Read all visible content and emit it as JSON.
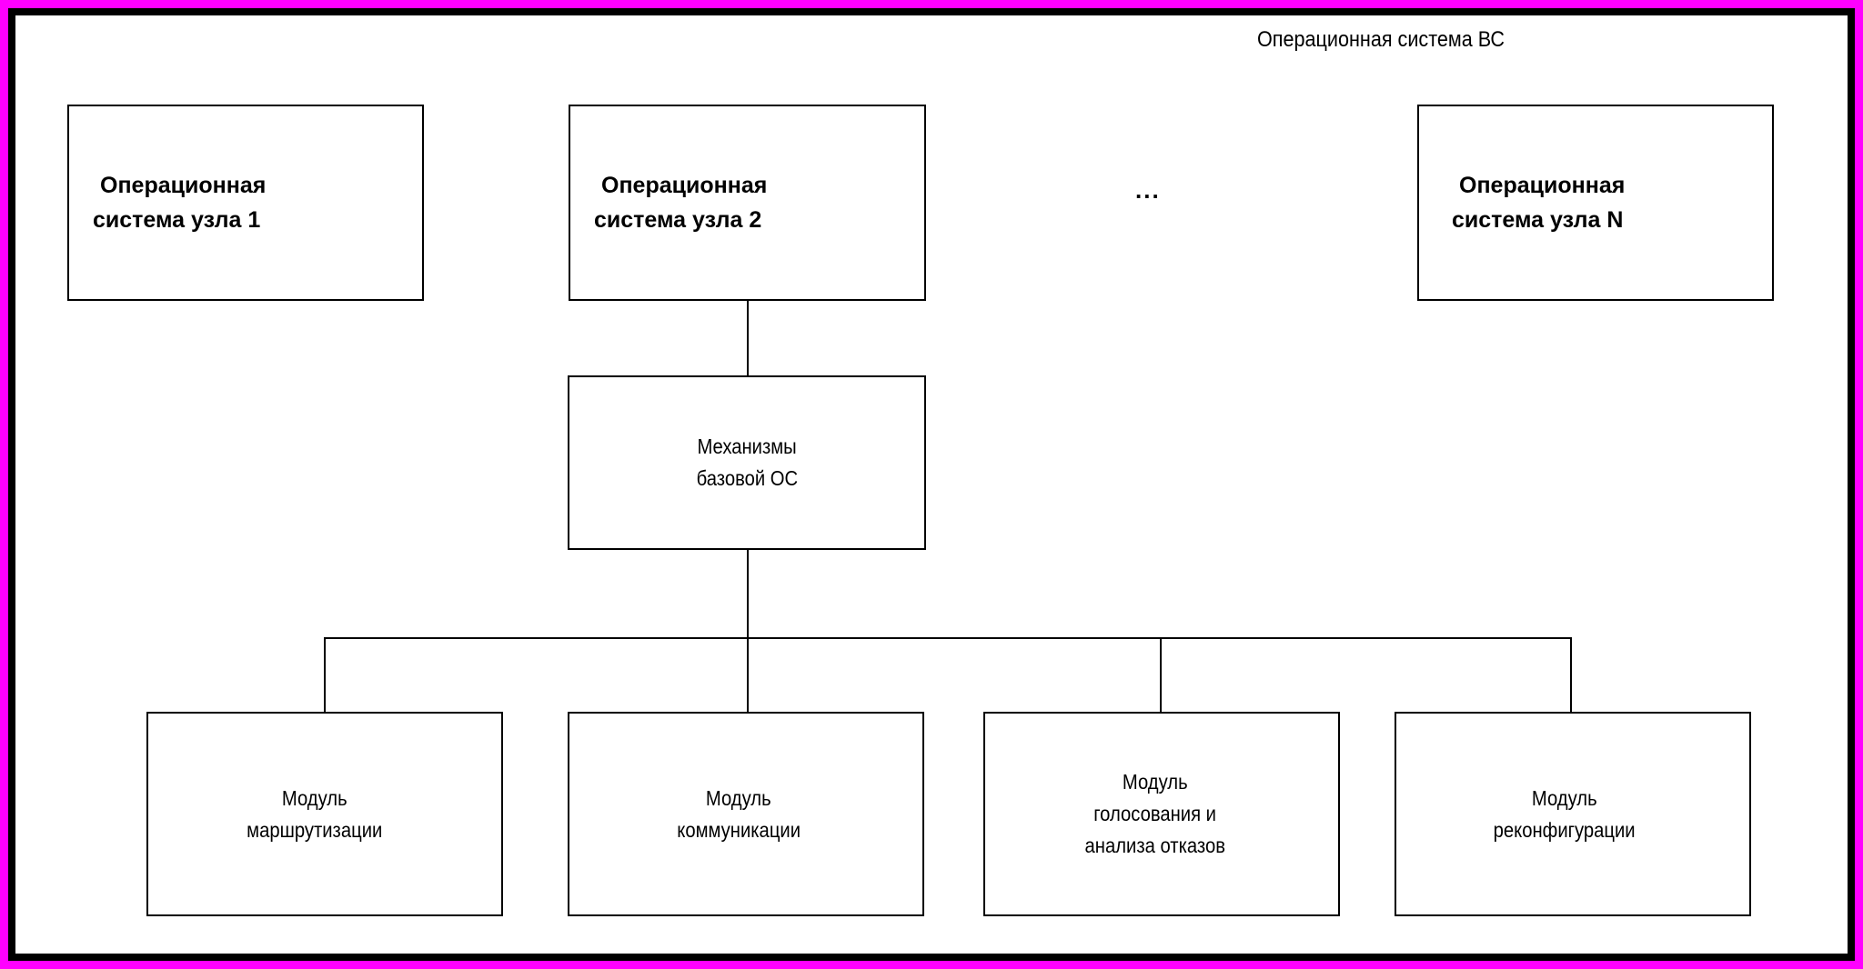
{
  "diagram": {
    "title": "Операционная система ВС",
    "ellipsis": "...",
    "colors": {
      "outer_frame": "#ff00ff",
      "inner_frame": "#000000",
      "box_border": "#000000",
      "background": "#ffffff",
      "text": "#000000"
    },
    "node_os_boxes": [
      {
        "line1": "Операционная",
        "line2": "система узла 1"
      },
      {
        "line1": "Операционная",
        "line2": "система узла 2"
      },
      {
        "line1": "Операционная",
        "line2": "система узла N"
      }
    ],
    "base_os_box": {
      "line1": "Механизмы",
      "line2": "базовой ОС"
    },
    "module_boxes": [
      {
        "line1": "Модуль",
        "line2": "маршрутизации",
        "line3": ""
      },
      {
        "line1": "Модуль",
        "line2": "коммуникации",
        "line3": ""
      },
      {
        "line1": "Модуль",
        "line2": "голосования и",
        "line3": "анализа отказов"
      },
      {
        "line1": "Модуль",
        "line2": "реконфигурации",
        "line3": ""
      }
    ]
  }
}
